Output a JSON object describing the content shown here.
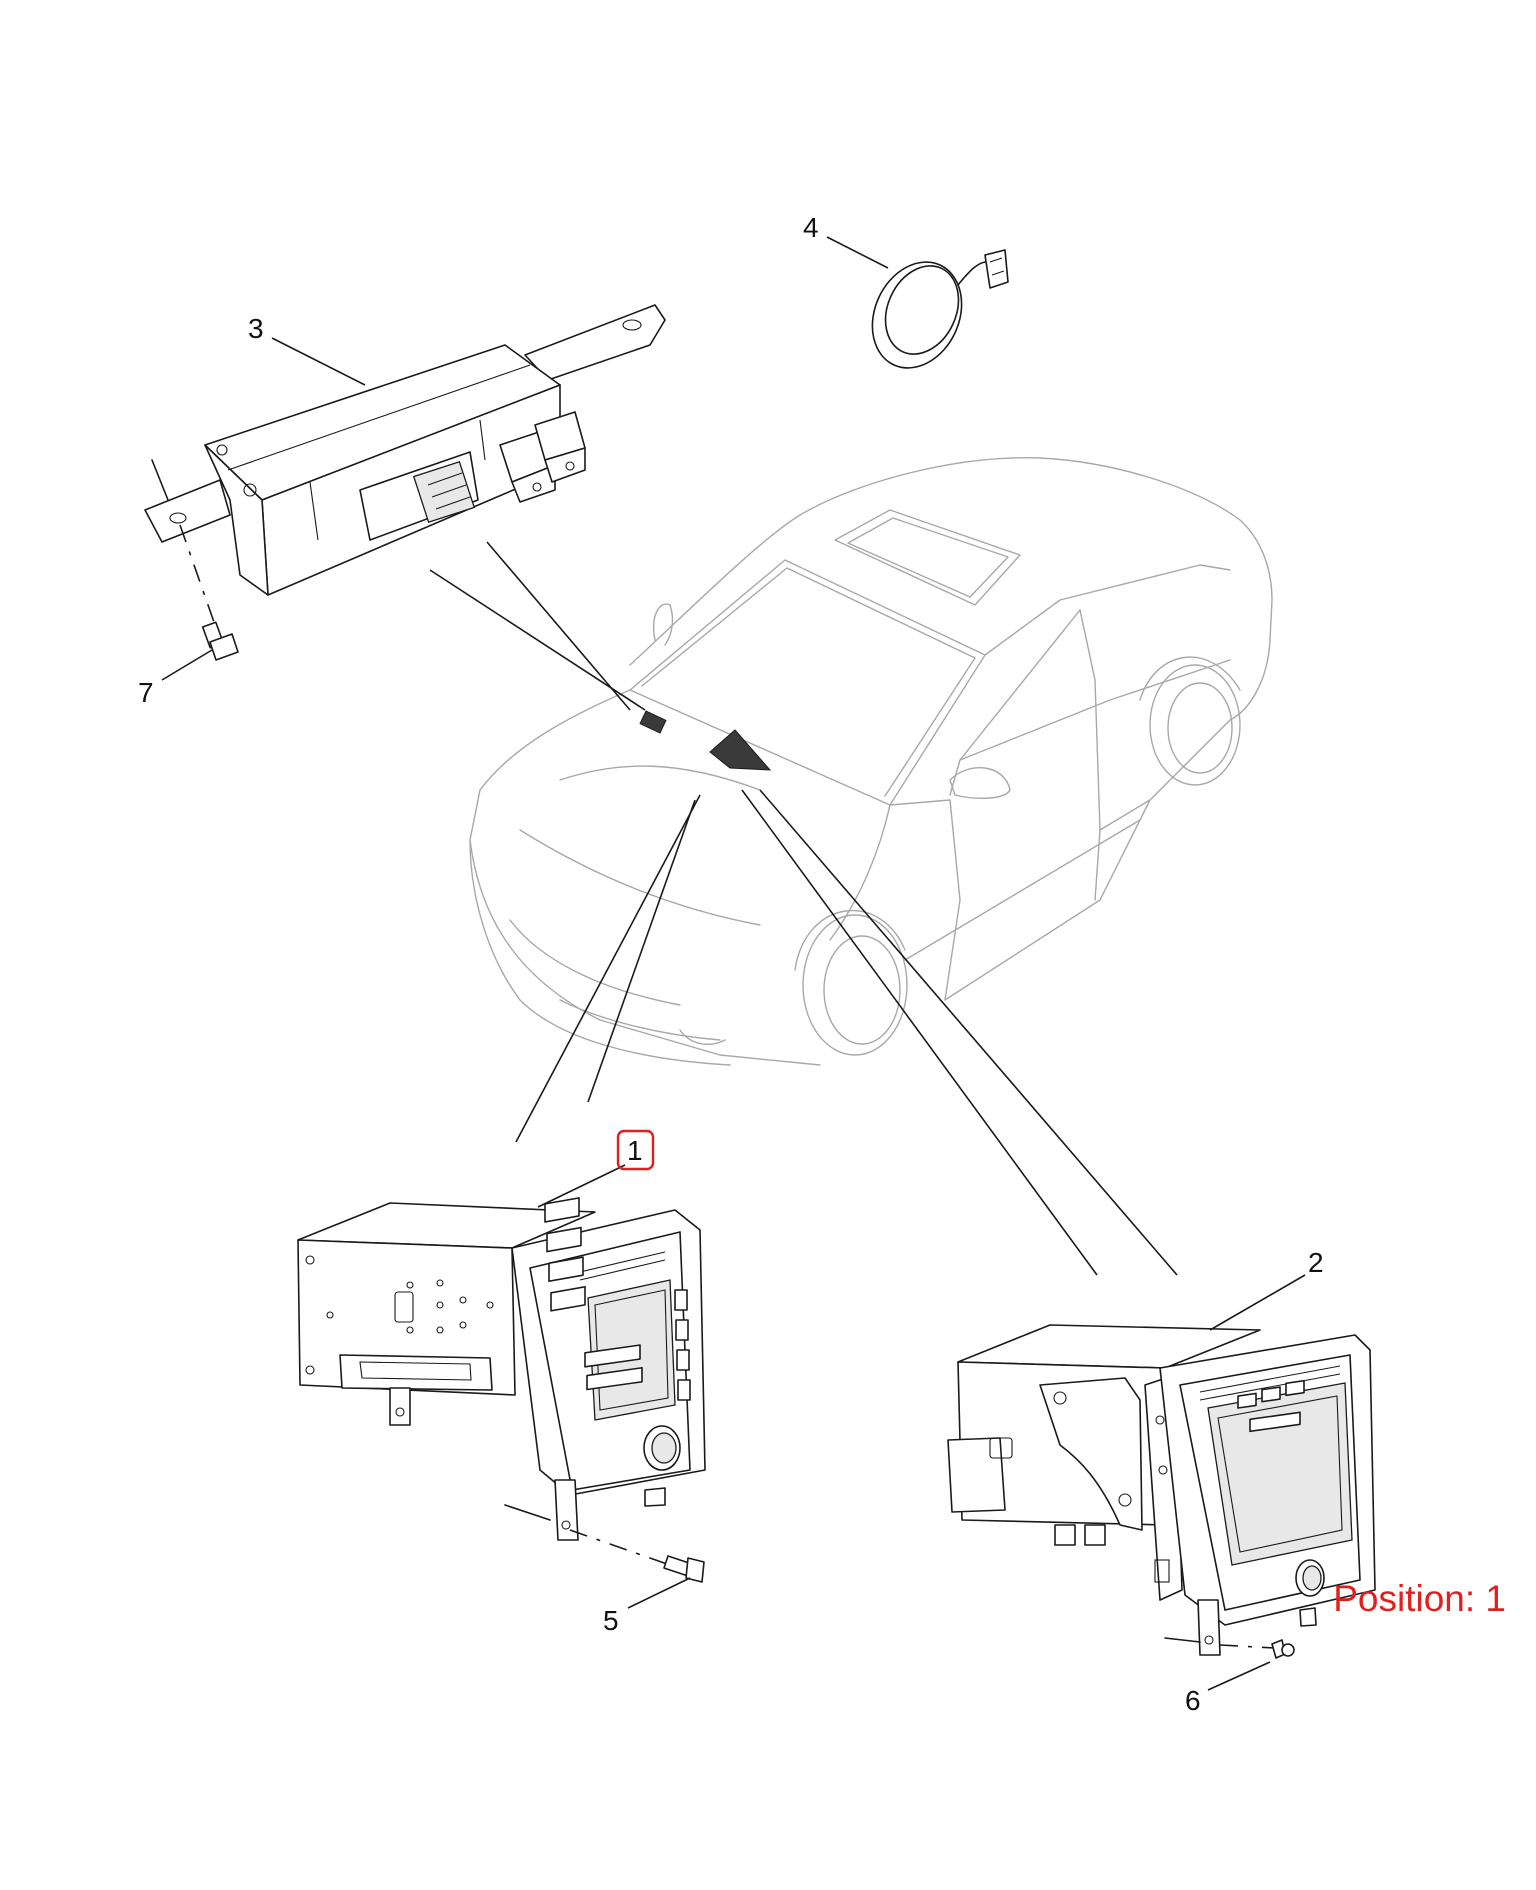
{
  "callouts": {
    "c1": "1",
    "c2": "2",
    "c3": "3",
    "c4": "4",
    "c5": "5",
    "c6": "6",
    "c7": "7"
  },
  "position": {
    "label": "Position:",
    "value": "1"
  },
  "highlight_color": "#e0201c"
}
